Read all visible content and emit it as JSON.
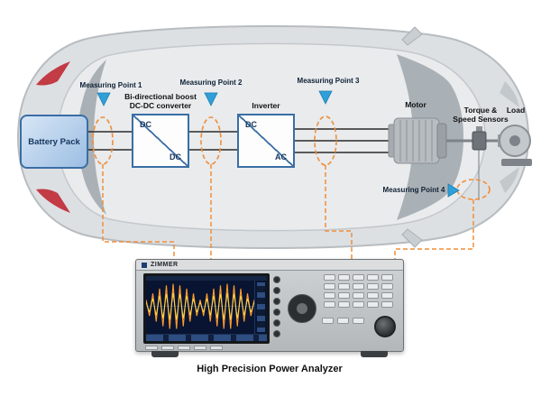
{
  "diagram": {
    "battery_label": "Battery Pack",
    "converter_title": [
      "Bi-directional boost",
      "DC-DC converter"
    ],
    "converter_input": "DC",
    "converter_output": "DC",
    "inverter_title": "Inverter",
    "inverter_input": "DC",
    "inverter_output": "AC",
    "motor_label": "Motor",
    "sensor_title": [
      "Torque &",
      "Speed Sensors"
    ],
    "load_label": "Load",
    "measuring_points": [
      "Measuring Point 1",
      "Measuring Point 2",
      "Measuring Point 3",
      "Measuring Point 4"
    ]
  },
  "analyzer": {
    "brand": "ZIMMER",
    "caption": "High Precision Power Analyzer"
  },
  "colors": {
    "accent_orange": "#EF8F3A",
    "marker_blue": "#2F9FD8",
    "box_border_blue": "#3A6EA5",
    "battery_fill": "#AECBEA"
  }
}
